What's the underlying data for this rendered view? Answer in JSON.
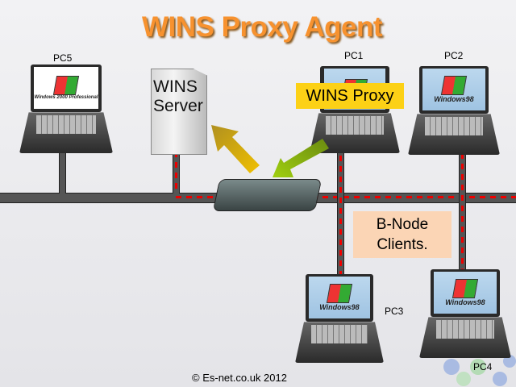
{
  "title": "WINS Proxy Agent",
  "nodes": {
    "pc5": "PC5",
    "pc1": "PC1",
    "pc2": "PC2",
    "pc3": "PC3",
    "pc4": "PC4"
  },
  "screens": {
    "pc5": "Windows 2000 Professional",
    "win98": "Windows98"
  },
  "server_label_line1": "WINS",
  "server_label_line2": "Server",
  "proxy_label": "WINS Proxy",
  "clients_label_line1": "B-Node",
  "clients_label_line2": "Clients.",
  "copyright": "© Es-net.co.uk 2012",
  "colors": {
    "title": "#f7922f",
    "proxy_box": "#fcd116",
    "clients_box": "#fbd5b5",
    "link": "#e00000"
  }
}
